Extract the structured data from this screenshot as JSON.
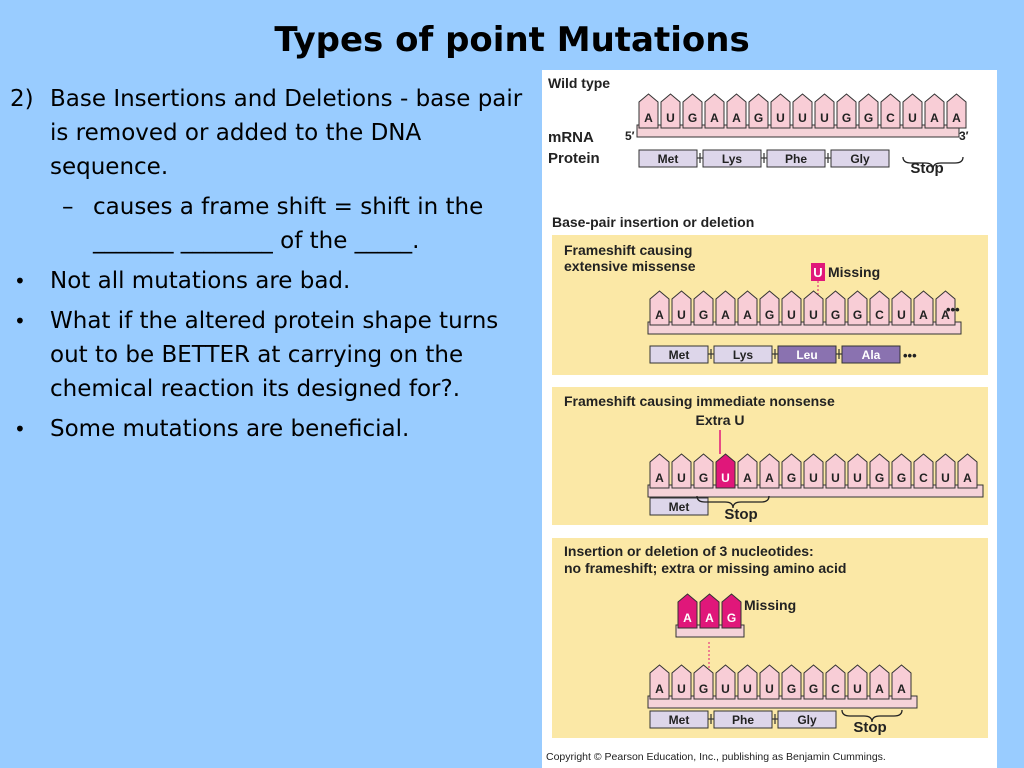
{
  "title": "Types of point Mutations",
  "text": {
    "item_number": "2)",
    "item_text": "Base Insertions and Deletions - base pair is removed or added to the DNA sequence.",
    "sub_dash": "–",
    "sub_text": "causes a frame shift = shift in the _______ ________ of the _____.",
    "bullets": [
      "Not all mutations are bad.",
      "What if the altered protein shape turns out to be BETTER at carrying on the chemical reaction its designed for?.",
      "Some mutations are beneficial."
    ]
  },
  "figure": {
    "wild_type_label": "Wild type",
    "mrna_label": "mRNA",
    "protein_label": "Protein",
    "five_prime": "5′",
    "three_prime": "3′",
    "wild_bases": [
      "A",
      "U",
      "G",
      "A",
      "A",
      "G",
      "U",
      "U",
      "U",
      "G",
      "G",
      "C",
      "U",
      "A",
      "A"
    ],
    "wild_aminos": [
      "Met",
      "Lys",
      "Phe",
      "Gly"
    ],
    "stop_label": "Stop",
    "section_heading": "Base-pair insertion or deletion",
    "panel1": {
      "title_line1": "Frameshift causing",
      "title_line2": "extensive missense",
      "missing_base": "U",
      "missing_label": "Missing",
      "bases": [
        "A",
        "U",
        "G",
        "A",
        "A",
        "G",
        "U",
        "U",
        "G",
        "G",
        "C",
        "U",
        "A",
        "A"
      ],
      "bases_ellipsis": "•••",
      "aminos": [
        "Met",
        "Lys",
        "Leu",
        "Ala"
      ],
      "aminos_ellipsis": "•••"
    },
    "panel2": {
      "title": "Frameshift causing immediate nonsense",
      "extra_label": "Extra U",
      "bases": [
        "A",
        "U",
        "G",
        "U",
        "A",
        "A",
        "G",
        "U",
        "U",
        "U",
        "G",
        "G",
        "C",
        "U",
        "A"
      ],
      "aminos": [
        "Met"
      ],
      "stop_label": "Stop"
    },
    "panel3": {
      "title_line1": "Insertion or deletion of 3 nucleotides:",
      "title_line2": "no frameshift; extra or missing amino acid",
      "missing_bases": [
        "A",
        "A",
        "G"
      ],
      "missing_label": "Missing",
      "bases": [
        "A",
        "U",
        "G",
        "U",
        "U",
        "U",
        "G",
        "G",
        "C",
        "U",
        "A",
        "A"
      ],
      "aminos": [
        "Met",
        "Phe",
        "Gly"
      ],
      "stop_label": "Stop"
    },
    "copyright": "Copyright © Pearson Education, Inc., publishing as Benjamin Cummings."
  },
  "colors": {
    "background": "#99ccff",
    "panel": "#fbe8a6",
    "codon_fill": "#f8cdd6",
    "strand_fill": "#f5d3d8",
    "amino_fill": "#ddd6ea",
    "highlight": "#e0177a",
    "changed_amino": "#8a72b0"
  }
}
